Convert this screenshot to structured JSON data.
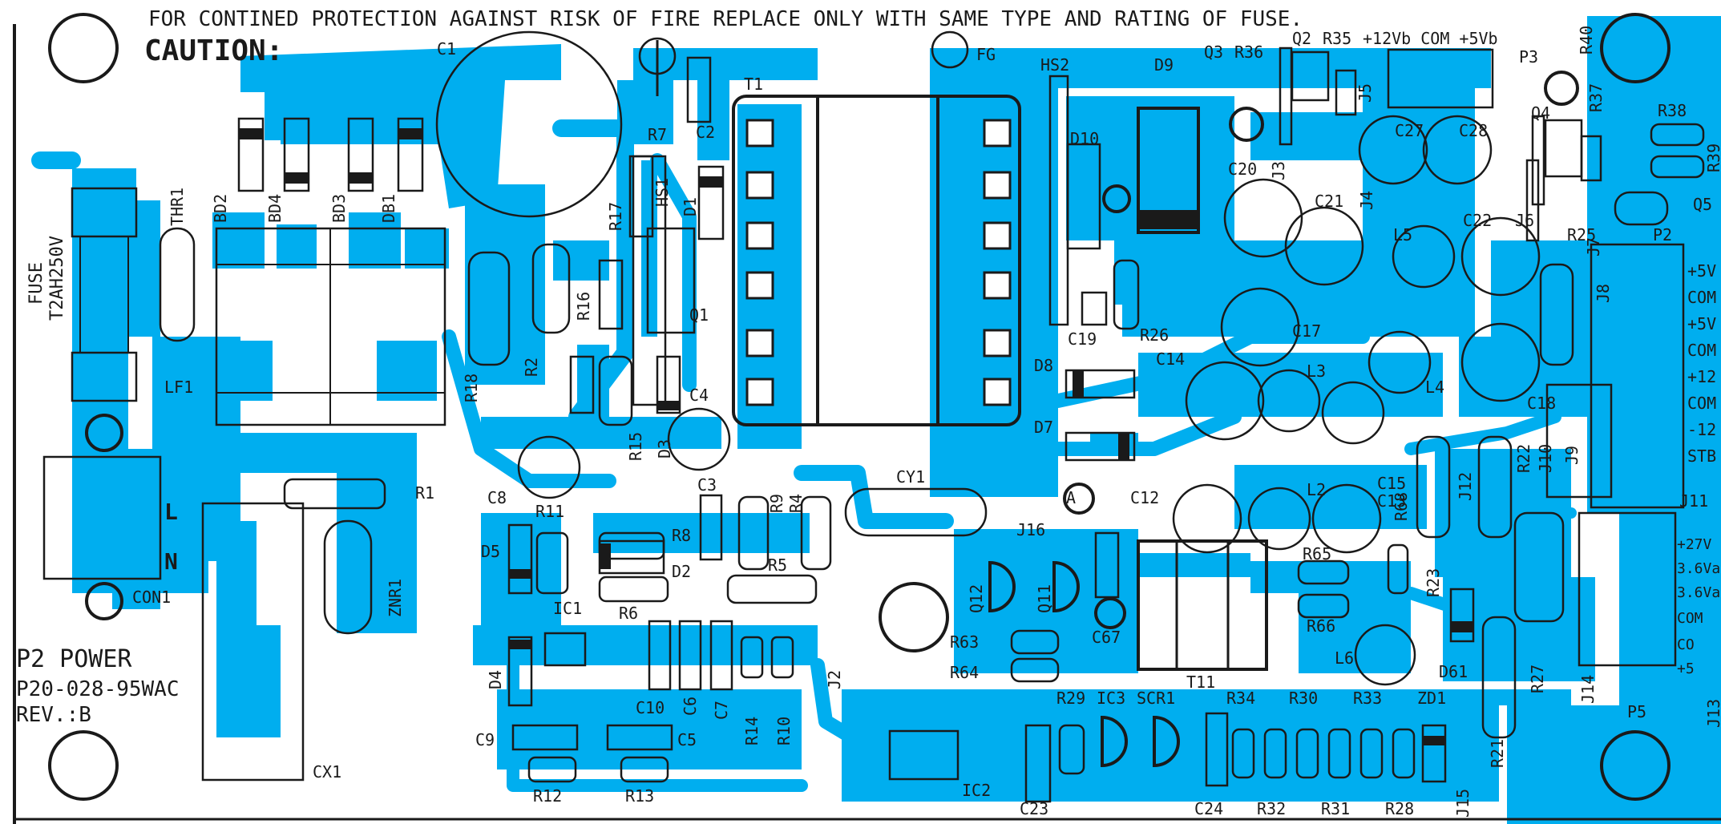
{
  "colors": {
    "copper": "#00aeef",
    "silkscreen": "#1a1a1a",
    "board": "#ffffff"
  },
  "warning": {
    "text": "FOR CONTINED PROTECTION AGAINST RISK OF FIRE REPLACE ONLY WITH SAME TYPE AND RATING OF FUSE.",
    "caution": "CAUTION:"
  },
  "board_info": {
    "name": "P2 POWER",
    "part_number": "P20-028-95WAC",
    "revision": "REV.:B"
  },
  "fuse": {
    "label": "FUSE",
    "rating": "T2AH250V"
  },
  "input": {
    "line": "L",
    "neutral": "N"
  },
  "header": {
    "voltages": "+12Vb COM +5Vb"
  },
  "p2_pins": [
    "+5V",
    "COM",
    "+5V",
    "COM",
    "+12",
    "COM",
    "-12",
    "STB"
  ],
  "p5_pins": [
    "+27V",
    "3.6Va",
    "3.6Va",
    "COM",
    "CO",
    "+5"
  ],
  "refdes": {
    "C1": "C1",
    "T1": "T1",
    "FG": "FG",
    "HS2": "HS2",
    "D9": "D9",
    "Q3": "Q3",
    "R36": "R36",
    "Q2": "Q2",
    "R35": "R35",
    "P3": "P3",
    "R40": "R40",
    "R38": "R38",
    "Q4": "Q4",
    "R37": "R37",
    "Q5": "Q5",
    "R39": "R39",
    "J5": "J5",
    "R7": "R7",
    "C2": "C2",
    "HS1": "HS1",
    "D1": "D1",
    "R17": "R17",
    "BD2": "BD2",
    "BD4": "BD4",
    "BD3": "BD3",
    "DB1": "DB1",
    "THR1": "THR1",
    "D10": "D10",
    "C20": "C20",
    "J3": "J3",
    "C27": "C27",
    "C28": "C28",
    "J4": "J4",
    "C21": "C21",
    "L5": "L5",
    "C22": "C22",
    "J6": "J6",
    "R25": "R25",
    "P2": "P2",
    "J7": "J7",
    "J8": "J8",
    "R16": "R16",
    "R2": "R2",
    "R18": "R18",
    "Q1": "Q1",
    "LF1": "LF1",
    "C19": "C19",
    "R26": "R26",
    "C17": "C17",
    "L3": "L3",
    "L4": "L4",
    "C18": "C18",
    "C4": "C4",
    "R15": "R15",
    "D3": "D3",
    "C14": "C14",
    "D8": "D8",
    "D7": "D7",
    "R1": "R1",
    "C8": "C8",
    "C3": "C3",
    "R9": "R9",
    "R4": "R4",
    "CY1": "CY1",
    "L2": "L2",
    "C15": "C15",
    "C13": "C13",
    "J12": "J12",
    "R22": "R22",
    "J10": "J10",
    "J9": "J9",
    "J11": "J11",
    "R11": "R11",
    "R8": "R8",
    "D2": "D2",
    "A": "A",
    "C12": "C12",
    "R68": "R68",
    "D5": "D5",
    "R5": "R5",
    "J16": "J16",
    "R65": "R65",
    "CON1": "CON1",
    "ZNR1": "ZNR1",
    "IC1": "IC1",
    "R6": "R6",
    "Q12": "Q12",
    "Q11": "Q11",
    "R23": "R23",
    "R66": "R66",
    "C67": "C67",
    "D4": "D4",
    "R63": "R63",
    "L6": "L6",
    "D61": "D61",
    "R27": "R27",
    "R64": "R64",
    "T11": "T11",
    "J14": "J14",
    "P5": "P5",
    "J13": "J13",
    "C10": "C10",
    "C6": "C6",
    "C7": "C7",
    "R14": "R14",
    "R10": "R10",
    "J2": "J2",
    "R29": "R29",
    "IC3": "IC3",
    "SCR1": "SCR1",
    "R34": "R34",
    "R30": "R30",
    "R33": "R33",
    "ZD1": "ZD1",
    "C9": "C9",
    "C5": "C5",
    "CX1": "CX1",
    "R12": "R12",
    "R13": "R13",
    "IC2": "IC2",
    "C23": "C23",
    "C24": "C24",
    "R32": "R32",
    "R31": "R31",
    "R28": "R28",
    "J15": "J15",
    "R21": "R21"
  }
}
